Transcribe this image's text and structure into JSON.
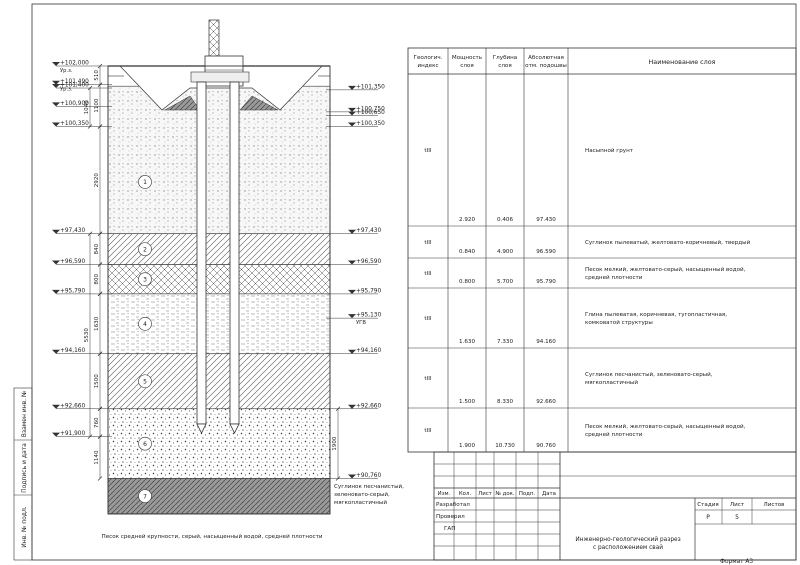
{
  "side_stamp": {
    "col1": "Взамен инв. №",
    "col2": "Подпись и дата",
    "col3": "Инв. № подл."
  },
  "section": {
    "levels_left": [
      {
        "label": "+102,000",
        "note": "Ур.з.",
        "depth": 0
      },
      {
        "label": "+101,490",
        "note": "Ур.з.",
        "depth": 0.51
      },
      {
        "label": "+101,400",
        "note": "",
        "depth": 0.6
      },
      {
        "label": "+100,900",
        "note": "",
        "depth": 1.1
      },
      {
        "label": "+100,350",
        "note": "",
        "depth": 1.65
      },
      {
        "label": "+97,430",
        "note": "",
        "depth": 4.57
      },
      {
        "label": "+96,590",
        "note": "",
        "depth": 5.41
      },
      {
        "label": "+95,790",
        "note": "",
        "depth": 6.21
      },
      {
        "label": "+94,160",
        "note": "",
        "depth": 7.84
      },
      {
        "label": "+92,660",
        "note": "",
        "depth": 9.34
      },
      {
        "label": "+91,900",
        "note": "",
        "depth": 10.1
      }
    ],
    "levels_right": [
      {
        "label": "+101,350",
        "note": "",
        "depth": 0.65
      },
      {
        "label": "+100,750",
        "note": "",
        "depth": 1.25
      },
      {
        "label": "+100,650",
        "note": "",
        "depth": 1.35
      },
      {
        "label": "+100,350",
        "note": "",
        "depth": 1.65
      },
      {
        "label": "+97,430",
        "note": "",
        "depth": 4.57
      },
      {
        "label": "+96,590",
        "note": "",
        "depth": 5.41
      },
      {
        "label": "+95,790",
        "note": "",
        "depth": 6.21
      },
      {
        "label": "+95,130",
        "note": "УГВ",
        "depth": 6.87
      },
      {
        "label": "+94,160",
        "note": "",
        "depth": 7.84
      },
      {
        "label": "+92,660",
        "note": "",
        "depth": 9.34
      },
      {
        "label": "+90,760",
        "note": "",
        "depth": 11.24
      }
    ],
    "dims_left_inner": [
      "510",
      "1100",
      "2920",
      "840",
      "800",
      "1630",
      "1500",
      "760",
      "1140"
    ],
    "dims_left_outer": [
      "1040",
      "5530"
    ],
    "dim_right_inner": "1900",
    "layers": [
      {
        "num": "1",
        "top": 0.55,
        "bottom": 4.57,
        "pattern": "fill"
      },
      {
        "num": "2",
        "top": 4.57,
        "bottom": 5.41,
        "pattern": "clay"
      },
      {
        "num": "3",
        "top": 5.41,
        "bottom": 6.21,
        "pattern": "sand"
      },
      {
        "num": "4",
        "top": 6.21,
        "bottom": 7.84,
        "pattern": "loam"
      },
      {
        "num": "5",
        "top": 7.84,
        "bottom": 9.34,
        "pattern": "clay"
      },
      {
        "num": "6",
        "top": 9.34,
        "bottom": 11.24,
        "pattern": "dots"
      },
      {
        "num": "7",
        "top": 11.24,
        "bottom": 12.2,
        "pattern": "hatch"
      }
    ],
    "note_right": [
      "Суглинок песчанистый,",
      "зеленовато-серый,",
      "мягкопластичный"
    ],
    "caption": "Песок средней крупности, серый, насыщенный водой, средней плотности"
  },
  "table": {
    "headers": [
      [
        "Геологич.",
        "индекс"
      ],
      [
        "Мощность",
        "слоя"
      ],
      [
        "Глубина",
        "слоя"
      ],
      [
        "Абсолютная",
        "отм. подошвы"
      ],
      [
        "Наименование слоя"
      ]
    ],
    "rows": [
      {
        "index": "tIII",
        "thickness": "2.920",
        "depth": "0.406",
        "elevation": "97.430",
        "name": [
          "Насыпной грунт"
        ]
      },
      {
        "index": "tIII",
        "thickness": "0.840",
        "depth": "4.900",
        "elevation": "96.590",
        "name": [
          "Суглинок пылеватый, желтовато-коричневый, твердый"
        ]
      },
      {
        "index": "tIII",
        "thickness": "0.800",
        "depth": "5.700",
        "elevation": "95.790",
        "name": [
          "Песок мелкий, желтовато-серый, насыщенный водой,",
          "средней плотности"
        ]
      },
      {
        "index": "tIII",
        "thickness": "1.630",
        "depth": "7.330",
        "elevation": "94.160",
        "name": [
          "Глина пылеватая, коричневая, тугопластичная,",
          "комковатой структуры"
        ]
      },
      {
        "index": "tIII",
        "thickness": "1.500",
        "depth": "8.330",
        "elevation": "92.660",
        "name": [
          "Суглинок песчанистый, зеленовато-серый,",
          "мягкопластичный"
        ]
      },
      {
        "index": "tIII",
        "thickness": "1.900",
        "depth": "10.730",
        "elevation": "90.760",
        "name": [
          "Песок мелкий, желтовато-серый, насыщенный водой,",
          "средней плотности"
        ]
      }
    ]
  },
  "title_block": {
    "cols": [
      "Изм.",
      "Кол.",
      "Лист",
      "№ док.",
      "Подп.",
      "Дата"
    ],
    "roles": [
      "Разработал",
      "Проверил",
      "ГАП"
    ],
    "stage_header": "Стадия",
    "sheet_header": "Лист",
    "sheets_header": "Листов",
    "stage_value": "Р",
    "sheet_value": "5",
    "title": [
      "Инженерно-геологический разрез",
      "с расположением свай"
    ],
    "format": "Формат А3"
  }
}
